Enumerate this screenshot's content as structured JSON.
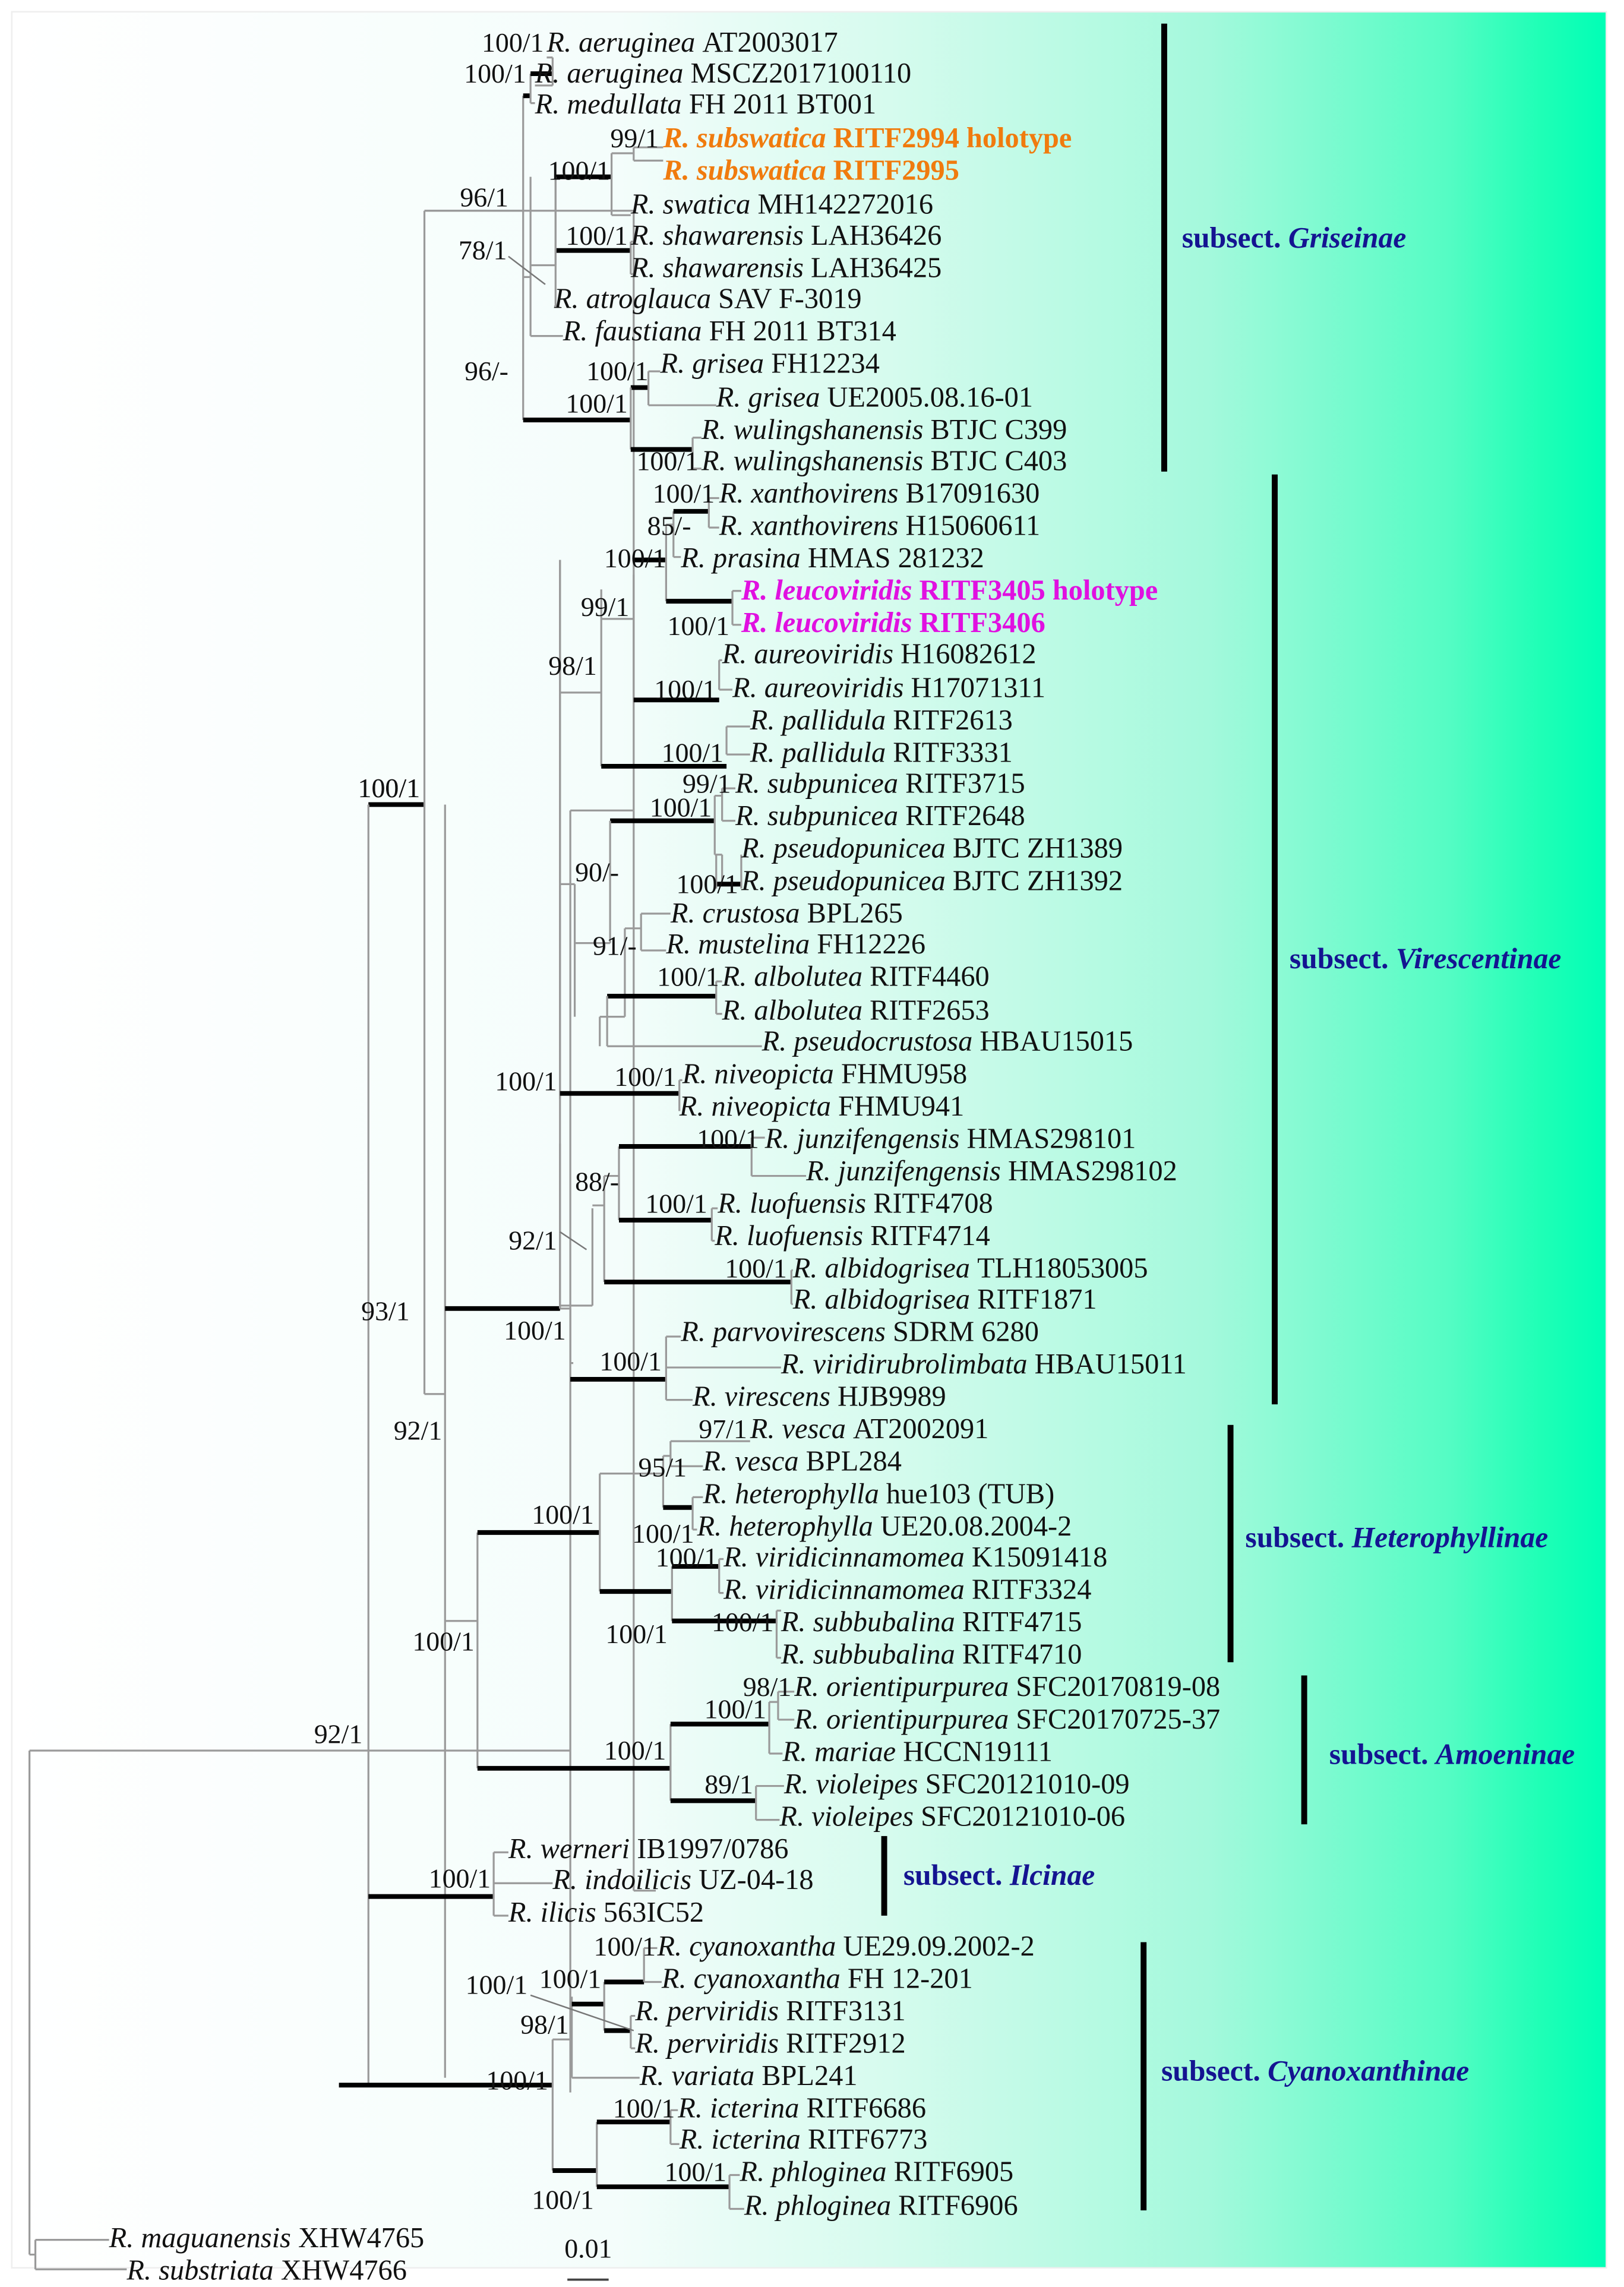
{
  "figure": {
    "type": "phylogenetic-tree",
    "scale_bar": "0.01",
    "background": {
      "gradient_from": "#ffffff",
      "gradient_to": "#00ffb8"
    },
    "colors": {
      "new_species_1": "#f07b0e",
      "new_species_2": "#e010e0",
      "subsection_label": "#141491",
      "branch_thick": "#000000",
      "branch_thin": "#9a9a9a"
    }
  },
  "taxa": [
    {
      "genus": "R.",
      "species": "aeruginea",
      "voucher": "AT2003017"
    },
    {
      "genus": "R.",
      "species": "aeruginea",
      "voucher": "MSCZ2017100110"
    },
    {
      "genus": "R.",
      "species": "medullata",
      "voucher": "FH 2011 BT001"
    },
    {
      "genus": "R.",
      "species": "subswatica",
      "voucher": "RITF2994 holotype",
      "highlight": "orange"
    },
    {
      "genus": "R.",
      "species": "subswatica",
      "voucher": "RITF2995",
      "highlight": "orange"
    },
    {
      "genus": "R.",
      "species": "swatica",
      "voucher": "MH142272016"
    },
    {
      "genus": "R.",
      "species": "shawarensis",
      "voucher": "LAH36426"
    },
    {
      "genus": "R.",
      "species": "shawarensis",
      "voucher": "LAH36425"
    },
    {
      "genus": "R.",
      "species": "atroglauca",
      "voucher": "SAV F-3019"
    },
    {
      "genus": "R.",
      "species": "faustiana",
      "voucher": "FH 2011 BT314"
    },
    {
      "genus": "R.",
      "species": "grisea",
      "voucher": "FH12234"
    },
    {
      "genus": "R.",
      "species": "grisea",
      "voucher": "UE2005.08.16-01"
    },
    {
      "genus": "R.",
      "species": "wulingshanensis",
      "voucher": "BTJC C399"
    },
    {
      "genus": "R.",
      "species": "wulingshanensis",
      "voucher": "BTJC C403"
    },
    {
      "genus": "R.",
      "species": "xanthovirens",
      "voucher": "B17091630"
    },
    {
      "genus": "R.",
      "species": "xanthovirens",
      "voucher": "H15060611"
    },
    {
      "genus": "R.",
      "species": "prasina",
      "voucher": "HMAS 281232"
    },
    {
      "genus": "R.",
      "species": "leucoviridis",
      "voucher": "RITF3405 holotype",
      "highlight": "magenta"
    },
    {
      "genus": "R.",
      "species": "leucoviridis",
      "voucher": "RITF3406",
      "highlight": "magenta"
    },
    {
      "genus": "R.",
      "species": "aureoviridis",
      "voucher": "H16082612"
    },
    {
      "genus": "R.",
      "species": "aureoviridis",
      "voucher": "H17071311"
    },
    {
      "genus": "R.",
      "species": "pallidula",
      "voucher": "RITF2613"
    },
    {
      "genus": "R.",
      "species": "pallidula",
      "voucher": "RITF3331"
    },
    {
      "genus": "R.",
      "species": "subpunicea",
      "voucher": "RITF3715"
    },
    {
      "genus": "R.",
      "species": "subpunicea",
      "voucher": "RITF2648"
    },
    {
      "genus": "R.",
      "species": "pseudopunicea",
      "voucher": "BJTC ZH1389"
    },
    {
      "genus": "R.",
      "species": "pseudopunicea",
      "voucher": "BJTC ZH1392"
    },
    {
      "genus": "R.",
      "species": "crustosa",
      "voucher": "BPL265"
    },
    {
      "genus": "R.",
      "species": "mustelina",
      "voucher": "FH12226"
    },
    {
      "genus": "R.",
      "species": "albolutea",
      "voucher": "RITF4460"
    },
    {
      "genus": "R.",
      "species": "albolutea",
      "voucher": "RITF2653"
    },
    {
      "genus": "R.",
      "species": "pseudocrustosa",
      "voucher": "HBAU15015"
    },
    {
      "genus": "R.",
      "species": "niveopicta",
      "voucher": "FHMU958"
    },
    {
      "genus": "R.",
      "species": "niveopicta",
      "voucher": "FHMU941"
    },
    {
      "genus": "R.",
      "species": "junzifengensis",
      "voucher": "HMAS298101"
    },
    {
      "genus": "R.",
      "species": "junzifengensis",
      "voucher": "HMAS298102"
    },
    {
      "genus": "R.",
      "species": "luofuensis",
      "voucher": "RITF4708"
    },
    {
      "genus": "R.",
      "species": "luofuensis",
      "voucher": "RITF4714"
    },
    {
      "genus": "R.",
      "species": "albidogrisea",
      "voucher": "TLH18053005"
    },
    {
      "genus": "R.",
      "species": "albidogrisea",
      "voucher": "RITF1871"
    },
    {
      "genus": "R.",
      "species": "parvovirescens",
      "voucher": "SDRM 6280"
    },
    {
      "genus": "R.",
      "species": "viridirubrolimbata",
      "voucher": "HBAU15011"
    },
    {
      "genus": "R.",
      "species": "virescens",
      "voucher": "HJB9989"
    },
    {
      "genus": "R.",
      "species": "vesca",
      "voucher": "AT2002091"
    },
    {
      "genus": "R.",
      "species": "vesca",
      "voucher": "BPL284"
    },
    {
      "genus": "R.",
      "species": "heterophylla",
      "voucher": "hue103 (TUB)"
    },
    {
      "genus": "R.",
      "species": "heterophylla",
      "voucher": "UE20.08.2004-2"
    },
    {
      "genus": "R.",
      "species": "viridicinnamomea",
      "voucher": "K15091418"
    },
    {
      "genus": "R.",
      "species": "viridicinnamomea",
      "voucher": "RITF3324"
    },
    {
      "genus": "R.",
      "species": "subbubalina",
      "voucher": "RITF4715"
    },
    {
      "genus": "R.",
      "species": "subbubalina",
      "voucher": "RITF4710"
    },
    {
      "genus": "R.",
      "species": "orientipurpurea",
      "voucher": "SFC20170819-08"
    },
    {
      "genus": "R.",
      "species": "orientipurpurea",
      "voucher": "SFC20170725-37"
    },
    {
      "genus": "R.",
      "species": "mariae",
      "voucher": "HCCN19111"
    },
    {
      "genus": "R.",
      "species": "violeipes",
      "voucher": "SFC20121010-09"
    },
    {
      "genus": "R.",
      "species": "violeipes",
      "voucher": "SFC20121010-06"
    },
    {
      "genus": "R.",
      "species": "werneri",
      "voucher": "IB1997/0786"
    },
    {
      "genus": "R.",
      "species": "indoilicis",
      "voucher": "UZ-04-18"
    },
    {
      "genus": "R.",
      "species": "ilicis",
      "voucher": "563IC52"
    },
    {
      "genus": "R.",
      "species": "cyanoxantha",
      "voucher": "UE29.09.2002-2"
    },
    {
      "genus": "R.",
      "species": "cyanoxantha",
      "voucher": "FH 12-201"
    },
    {
      "genus": "R.",
      "species": "perviridis",
      "voucher": "RITF3131"
    },
    {
      "genus": "R.",
      "species": "perviridis",
      "voucher": "RITF2912"
    },
    {
      "genus": "R.",
      "species": "variata",
      "voucher": "BPL241"
    },
    {
      "genus": "R.",
      "species": "icterina",
      "voucher": "RITF6686"
    },
    {
      "genus": "R.",
      "species": "icterina",
      "voucher": "RITF6773"
    },
    {
      "genus": "R.",
      "species": "phloginea",
      "voucher": "RITF6905"
    },
    {
      "genus": "R.",
      "species": "phloginea",
      "voucher": "RITF6906"
    },
    {
      "genus": "R.",
      "species": "maguanensis",
      "voucher": "XHW4765"
    },
    {
      "genus": "R.",
      "species": "substriata",
      "voucher": "XHW4766"
    }
  ],
  "supports": [
    "100/1",
    "100/1",
    "99/1",
    "100/1",
    "96/1",
    "78/1",
    "100/1",
    "96/-",
    "100/1",
    "100/1",
    "100/1",
    "100/1",
    "85/-",
    "100/1",
    "99/1",
    "100/1",
    "98/1",
    "100/1",
    "100/1",
    "99/1",
    "100/1",
    "90/-",
    "100/1",
    "91/-",
    "100/1",
    "100/1",
    "100/1",
    "100/1",
    "88/-",
    "92/1",
    "100/1",
    "100/1",
    "100/1",
    "100/1",
    "100/1",
    "97/1",
    "95/1",
    "100/1",
    "100/1",
    "100/1",
    "100/1",
    "100/1",
    "92/1",
    "98/1",
    "100/1",
    "100/1",
    "89/1",
    "100/1",
    "100/1",
    "100/1",
    "100/1",
    "100/1",
    "98/1",
    "100/1",
    "100/1",
    "100/1",
    "100/1",
    "100/1",
    "93/1",
    "92/1",
    "100/1"
  ],
  "subsections": [
    {
      "prefix": "subsect.",
      "name": "Griseinae"
    },
    {
      "prefix": "subsect.",
      "name": "Virescentinae"
    },
    {
      "prefix": "subsect.",
      "name": "Heterophyllinae"
    },
    {
      "prefix": "subsect.",
      "name": "Amoeninae"
    },
    {
      "prefix": "subsect.",
      "name": "Ilcinae"
    },
    {
      "prefix": "subsect.",
      "name": "Cyanoxanthinae"
    }
  ]
}
